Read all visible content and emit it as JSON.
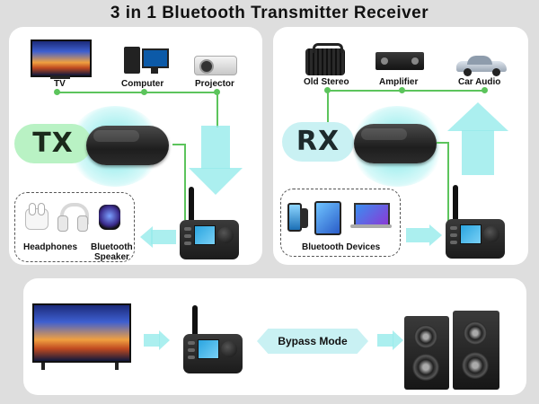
{
  "title": "3 in 1 Bluetooth Transmitter Receiver",
  "tx_panel": {
    "badge": "TX",
    "sources": [
      {
        "label": "TV",
        "icon": "tv-icon"
      },
      {
        "label": "Computer",
        "icon": "computer-icon"
      },
      {
        "label": "Projector",
        "icon": "projector-icon"
      }
    ],
    "outputs": [
      {
        "label": "Headphones",
        "icon": "headphones-icon"
      },
      {
        "label": "Bluetooth Speaker",
        "line1": "Bluetooth",
        "line2": "Speaker",
        "icon": "speaker-icon"
      }
    ]
  },
  "rx_panel": {
    "badge": "RX",
    "outputs": [
      {
        "label": "Old Stereo",
        "icon": "stereo-icon"
      },
      {
        "label": "Amplifier",
        "icon": "amplifier-icon"
      },
      {
        "label": "Car Audio",
        "icon": "car-icon"
      }
    ],
    "sources_label": "Bluetooth Devices"
  },
  "bypass_panel": {
    "mode_label": "Bypass Mode"
  },
  "colors": {
    "tx_badge_bg": "#b9f2c4",
    "tx_badge_text": "#1b2a1b",
    "rx_badge_bg": "#c9f1f3",
    "rx_badge_text": "#1d2a2c",
    "arrow": "#96ebeb",
    "connector": "#5cc45c"
  }
}
